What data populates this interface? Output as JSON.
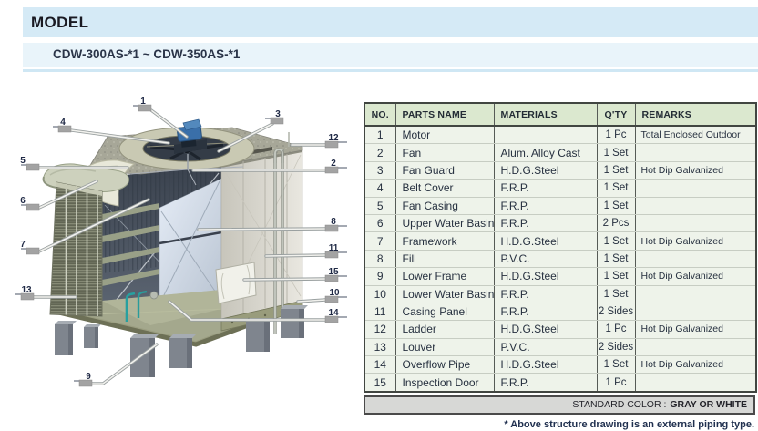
{
  "page": {
    "title": "MODEL",
    "model_range": "CDW-300AS-*1 ~ CDW-350AS-*1"
  },
  "colors": {
    "title_band": "#d5eaf6",
    "model_band": "#e9f4fa",
    "table_header_bg": "#dbe8cf",
    "row_bg": "#eef3ea",
    "standard_color_bar_bg": "#d7d8d6",
    "motor_blue": "#3a6fa9",
    "pipe_teal": "#27a0a0"
  },
  "table": {
    "columns": [
      "NO.",
      "PARTS NAME",
      "MATERIALS",
      "Q'TY",
      "REMARKS"
    ],
    "rows": [
      {
        "no": "1",
        "name": "Motor",
        "material": "",
        "qty": "1 Pc",
        "remarks": "Total Enclosed Outdoor"
      },
      {
        "no": "2",
        "name": "Fan",
        "material": "Alum. Alloy Cast",
        "qty": "1 Set",
        "remarks": ""
      },
      {
        "no": "3",
        "name": "Fan Guard",
        "material": "H.D.G.Steel",
        "qty": "1 Set",
        "remarks": "Hot Dip Galvanized"
      },
      {
        "no": "4",
        "name": "Belt Cover",
        "material": "F.R.P.",
        "qty": "1 Set",
        "remarks": ""
      },
      {
        "no": "5",
        "name": "Fan Casing",
        "material": "F.R.P.",
        "qty": "1 Set",
        "remarks": ""
      },
      {
        "no": "6",
        "name": "Upper Water Basin",
        "material": "F.R.P.",
        "qty": "2 Pcs",
        "remarks": ""
      },
      {
        "no": "7",
        "name": "Framework",
        "material": "H.D.G.Steel",
        "qty": "1 Set",
        "remarks": "Hot Dip Galvanized"
      },
      {
        "no": "8",
        "name": "Fill",
        "material": "P.V.C.",
        "qty": "1 Set",
        "remarks": ""
      },
      {
        "no": "9",
        "name": "Lower Frame",
        "material": "H.D.G.Steel",
        "qty": "1 Set",
        "remarks": "Hot Dip Galvanized"
      },
      {
        "no": "10",
        "name": "Lower Water Basin",
        "material": "F.R.P.",
        "qty": "1 Set",
        "remarks": ""
      },
      {
        "no": "11",
        "name": "Casing Panel",
        "material": "F.R.P.",
        "qty": "2 Sides",
        "remarks": ""
      },
      {
        "no": "12",
        "name": "Ladder",
        "material": "H.D.G.Steel",
        "qty": "1 Pc",
        "remarks": "Hot Dip Galvanized"
      },
      {
        "no": "13",
        "name": "Louver",
        "material": "P.V.C.",
        "qty": "2 Sides",
        "remarks": ""
      },
      {
        "no": "14",
        "name": "Overflow Pipe",
        "material": "H.D.G.Steel",
        "qty": "1 Set",
        "remarks": "Hot Dip Galvanized"
      },
      {
        "no": "15",
        "name": "Inspection Door",
        "material": "F.R.P.",
        "qty": "1 Pc",
        "remarks": ""
      }
    ],
    "footer": {
      "label": "STANDARD COLOR :",
      "value": "GRAY OR WHITE"
    }
  },
  "note": "* Above structure drawing is an external piping type.",
  "drawing": {
    "callout_labels": [
      "1",
      "2",
      "3",
      "4",
      "5",
      "6",
      "7",
      "8",
      "9",
      "10",
      "11",
      "12",
      "13",
      "14",
      "15"
    ]
  }
}
